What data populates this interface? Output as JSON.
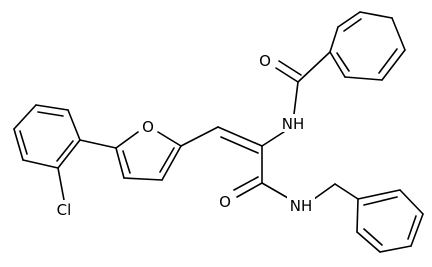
{
  "molecule": {
    "atom_labels": {
      "carbonyl_oxygen_top": "O",
      "amide_nh_top": "NH",
      "furan_oxygen": "O",
      "amide_oxygen_bottom": "O",
      "amide_nh_bottom": "NH",
      "chlorine": "Cl"
    }
  }
}
